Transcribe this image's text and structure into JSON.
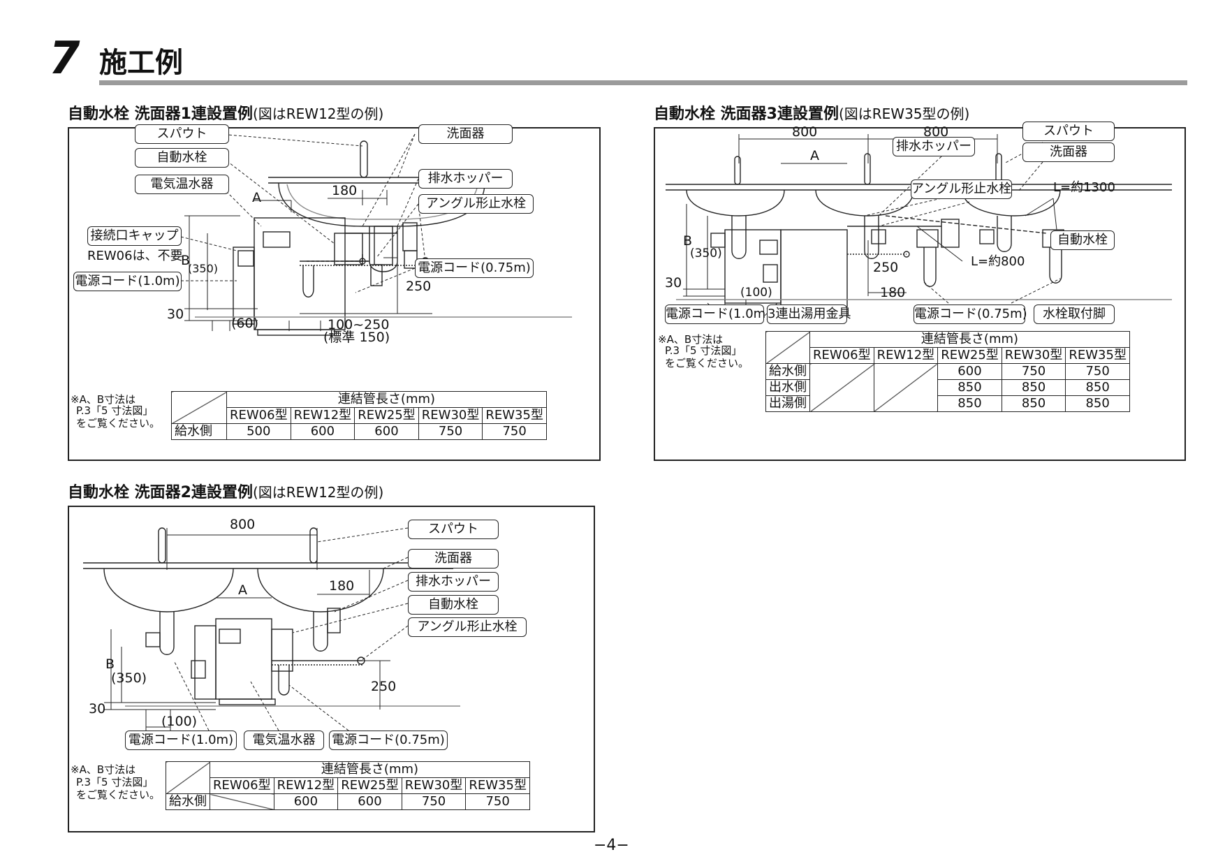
{
  "header": {
    "number": "7",
    "title": "施工例"
  },
  "sections": {
    "one": {
      "title": "自動水栓 洗面器1連設置例",
      "note": "(図はREW12型の例)"
    },
    "two": {
      "title": "自動水栓 洗面器2連設置例",
      "note": "(図はREW12型の例)"
    },
    "three": {
      "title": "自動水栓 洗面器3連設置例",
      "note": "(図はREW35型の例)"
    }
  },
  "labels": {
    "spout": "スパウト",
    "auto_faucet": "自動水栓",
    "water_heater": "電気温水器",
    "basin": "洗面器",
    "drain_hopper": "排水ホッパー",
    "angle_valve": "アングル形止水栓",
    "connector_cap": "接続口キャップ",
    "rew06_not_needed": "REW06は、不要",
    "power_cord_10": "電源コード(1.0m)",
    "power_cord_075": "電源コード(0.75m)",
    "triple_fitting": "3連出湯用金具",
    "faucet_leg": "水栓取付脚",
    "l1300": "L=約1300",
    "l800": "L=約800"
  },
  "dims": {
    "a": "A",
    "b": "B",
    "d180": "180",
    "d350": "(350)",
    "d250": "250",
    "d30": "30",
    "d60": "(60)",
    "d100": "(100)",
    "d800": "800",
    "d100_250": "100~250",
    "std150": "(標準 150)"
  },
  "note": {
    "l1": "※A、B寸法は",
    "l2": "P.3「5 寸法図」",
    "l3": "をご覧ください。"
  },
  "table": {
    "header": "連結管長さ(mm)",
    "models": [
      "REW06型",
      "REW12型",
      "REW25型",
      "REW30型",
      "REW35型"
    ],
    "supply": "給水側",
    "outlet": "出水側",
    "hot": "出湯側",
    "t1": [
      "500",
      "600",
      "600",
      "750",
      "750"
    ],
    "t2": [
      "600",
      "600",
      "750",
      "750"
    ],
    "t3": {
      "supply": [
        "600",
        "750",
        "750"
      ],
      "outlet": [
        "850",
        "850",
        "850"
      ],
      "hot": [
        "850",
        "850",
        "850"
      ]
    }
  },
  "page_number": "−4−"
}
